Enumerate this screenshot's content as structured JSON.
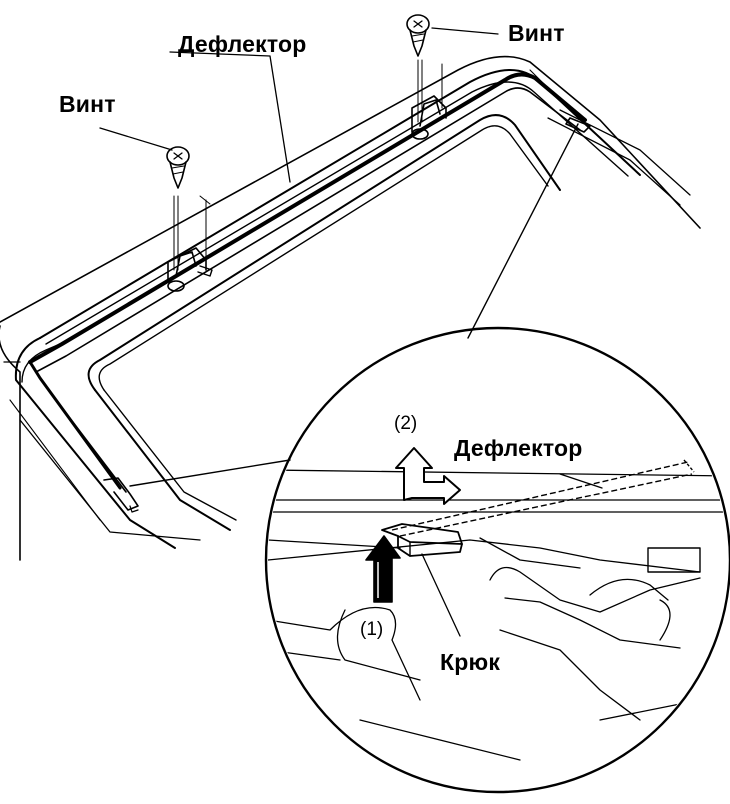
{
  "labels": {
    "deflector_top": "Дефлектор",
    "screw_left": "Винт",
    "screw_right": "Винт",
    "deflector_detail": "Дефлектор",
    "hook": "Крюк",
    "step_1": "(1)",
    "step_2": "(2)"
  },
  "colors": {
    "line": "#000000",
    "background": "#ffffff"
  }
}
